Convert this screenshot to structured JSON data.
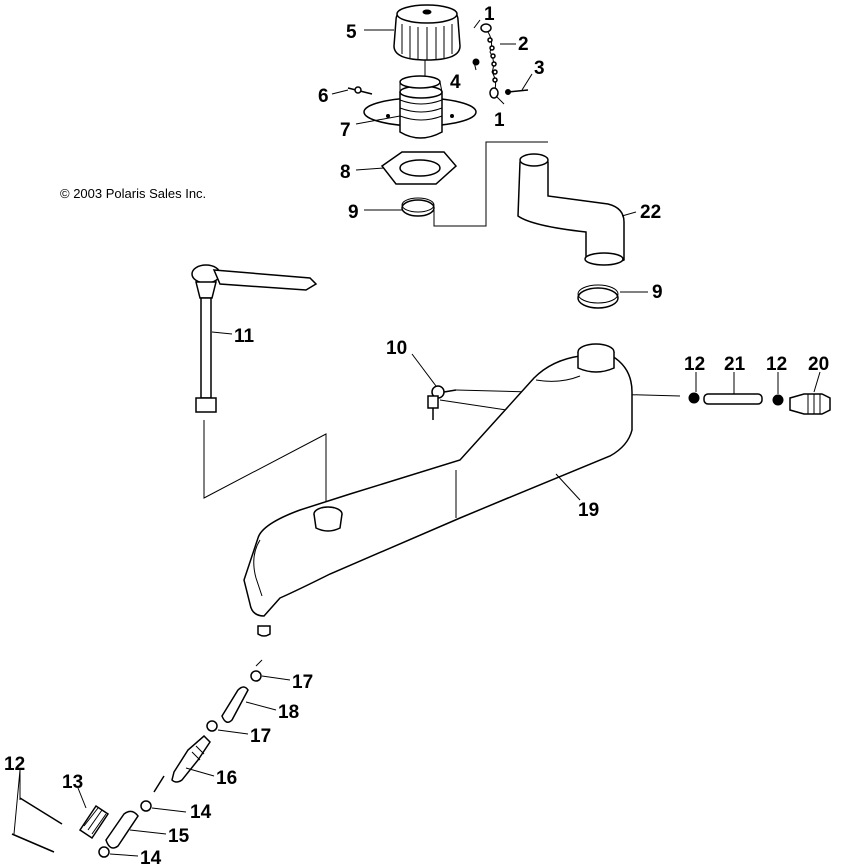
{
  "copyright": "© 2003 Polaris Sales Inc.",
  "callouts": [
    {
      "id": "cap-5",
      "text": "5"
    },
    {
      "id": "ring-1-top",
      "text": "1"
    },
    {
      "id": "chain-2",
      "text": "2"
    },
    {
      "id": "screw-3",
      "text": "3"
    },
    {
      "id": "rivet-4",
      "text": "4"
    },
    {
      "id": "ring-1-bottom",
      "text": "1"
    },
    {
      "id": "screw-6",
      "text": "6"
    },
    {
      "id": "filler-neck-7",
      "text": "7"
    },
    {
      "id": "gasket-8",
      "text": "8"
    },
    {
      "id": "clamp-9-upper",
      "text": "9"
    },
    {
      "id": "hose-22",
      "text": "22"
    },
    {
      "id": "clamp-9-right",
      "text": "9"
    },
    {
      "id": "gauge-11",
      "text": "11"
    },
    {
      "id": "fitting-10",
      "text": "10"
    },
    {
      "id": "clamp-12-left",
      "text": "12"
    },
    {
      "id": "hose-21",
      "text": "21"
    },
    {
      "id": "clamp-12-right",
      "text": "12"
    },
    {
      "id": "valve-20",
      "text": "20"
    },
    {
      "id": "tank-19",
      "text": "19"
    },
    {
      "id": "clamp-17-top",
      "text": "17"
    },
    {
      "id": "hose-18",
      "text": "18"
    },
    {
      "id": "clamp-17-bottom",
      "text": "17"
    },
    {
      "id": "filter-16",
      "text": "16"
    },
    {
      "id": "clamp-14-top",
      "text": "14"
    },
    {
      "id": "hose-15",
      "text": "15"
    },
    {
      "id": "clamp-14-bottom",
      "text": "14"
    },
    {
      "id": "ties-12",
      "text": "12"
    },
    {
      "id": "spring-13",
      "text": "13"
    }
  ]
}
